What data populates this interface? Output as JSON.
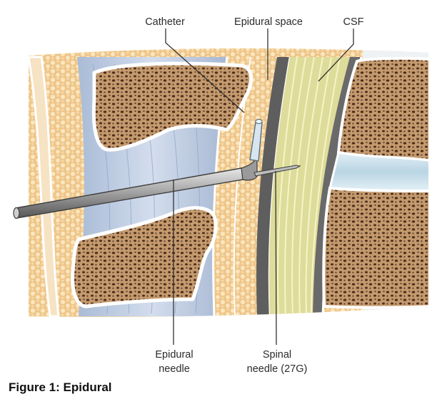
{
  "labels": {
    "catheter": "Catheter",
    "epidural_space": "Epidural space",
    "csf": "CSF",
    "epidural_needle_line1": "Epidural",
    "epidural_needle_line2": "needle",
    "spinal_needle_line1": "Spinal",
    "spinal_needle_line2": "needle (27G)"
  },
  "caption": "Figure 1: Epidural",
  "colors": {
    "bone": "#c9a27a",
    "bone_pores": "#4a2e1c",
    "ligament": "#b9c8df",
    "fat": "#f1cf93",
    "dura": "#5e5e5e",
    "nerve_roots": "#e8e6a6",
    "disc": "#cfe3ee",
    "needle": "#8f8f8f"
  }
}
